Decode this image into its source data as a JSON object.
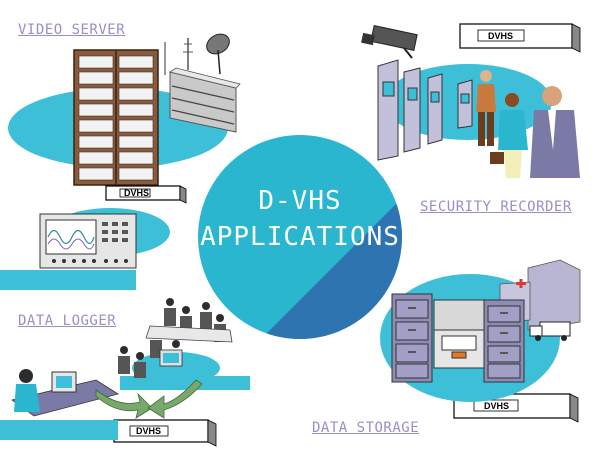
{
  "center": {
    "line1": "D-VHS",
    "line2": "APPLICATIONS"
  },
  "labels": {
    "video_server": "VIDEO SERVER",
    "security_recorder": "SECURITY RECORDER",
    "data_logger": "DATA LOGGER",
    "data_storage": "DATA STORAGE"
  },
  "deck_brand": "DVHS",
  "colors": {
    "center_light": "#2ab6cf",
    "center_dark": "#2e74b0",
    "label": "#9a8ec8",
    "accent_cyan": "#3ebfd8"
  }
}
